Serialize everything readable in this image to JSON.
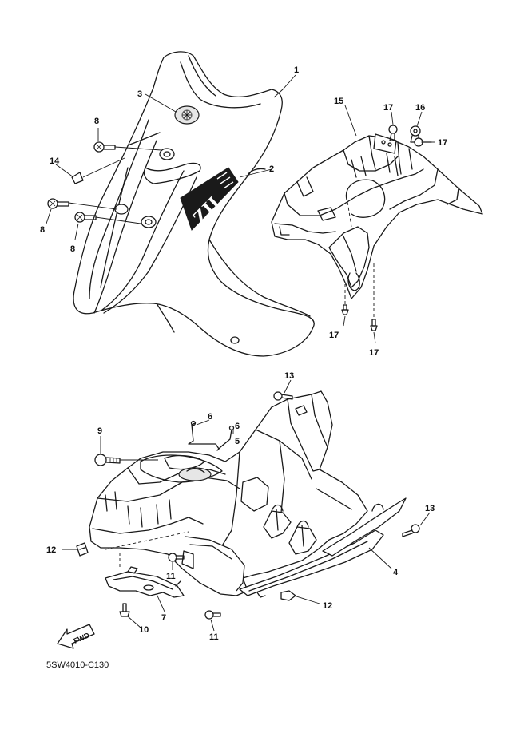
{
  "callouts": {
    "c1": "1",
    "c2": "2",
    "c3": "3",
    "c4": "4",
    "c5": "5",
    "c6a": "6",
    "c6b": "6",
    "c7": "7",
    "c8a": "8",
    "c8b": "8",
    "c8c": "8",
    "c9": "9",
    "c10": "10",
    "c11a": "11",
    "c11b": "11",
    "c12a": "12",
    "c12b": "12",
    "c13a": "13",
    "c13b": "13",
    "c14": "14",
    "c15": "15",
    "c16": "16",
    "c17a": "17",
    "c17b": "17",
    "c17c": "17",
    "c17d": "17"
  },
  "fwd_label": "FWD",
  "decal_text": "ZII",
  "diagram_code": "5SW4010-C130"
}
